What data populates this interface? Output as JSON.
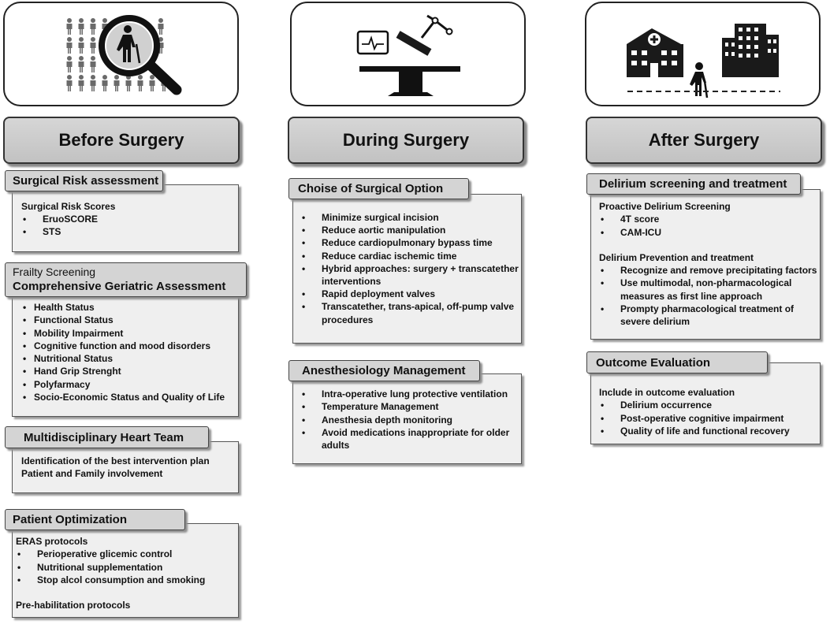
{
  "phases": {
    "before": "Before Surgery",
    "during": "During Surgery",
    "after": "After Surgery"
  },
  "icons": {
    "before": "magnifier-over-crowd-elderly-person-icon",
    "during": "operating-table-monitor-robotic-arm-icon",
    "after": "hospital-buildings-elderly-person-icon"
  },
  "colors": {
    "phase_fill": "#c8c8c8",
    "card_fill": "#efefef",
    "title_fill": "#d4d4d4",
    "outline": "#333333"
  },
  "before": {
    "risk": {
      "title": "Surgical Risk assessment",
      "heading": "Surgical Risk Scores",
      "items": [
        "EruoSCORE",
        "STS"
      ]
    },
    "frailty": {
      "title_sub": "Frailty Screening",
      "title_main": "Comprehensive Geriatric Assessment",
      "items": [
        "Health Status",
        "Functional Status",
        "Mobility Impairment",
        "Cognitive function and mood disorders",
        "Nutritional Status",
        "Hand Grip Strenght",
        "Polyfarmacy",
        "Socio-Economic Status and Quality of Life"
      ]
    },
    "heart_team": {
      "title": "Multidisciplinary Heart Team",
      "lines": [
        "Identification of the best intervention plan",
        "Patient and Family involvement"
      ]
    },
    "optimization": {
      "title": "Patient Optimization",
      "heading": "ERAS protocols",
      "items": [
        "Perioperative glicemic control",
        "Nutritional supplementation",
        "Stop alcol consumption and smoking"
      ],
      "footer": "Pre-habilitation protocols"
    }
  },
  "during": {
    "surgical_option": {
      "title": "Choise of Surgical Option",
      "items": [
        "Minimize surgical incision",
        "Reduce aortic manipulation",
        "Reduce cardiopulmonary bypass time",
        "Reduce cardiac ischemic time",
        "Hybrid approaches: surgery + transcatether interventions",
        "Rapid deployment valves",
        "Transcatether, trans-apical, off-pump valve procedures"
      ]
    },
    "anesthesiology": {
      "title": "Anesthesiology Management",
      "items": [
        "Intra-operative lung protective ventilation",
        "Temperature Management",
        "Anesthesia depth monitoring",
        "Avoid medications inappropriate for older adults"
      ]
    }
  },
  "after": {
    "delirium": {
      "title": "Delirium screening and treatment",
      "heading1": "Proactive Delirium Screening",
      "items1": [
        "4T score",
        "CAM-ICU"
      ],
      "heading2": "Delirium Prevention and treatment",
      "items2": [
        "Recognize and remove precipitating factors",
        "Use multimodal, non-pharmacological measures as first line approach",
        "Prompty pharmacological treatment of severe delirium"
      ]
    },
    "outcome": {
      "title": "Outcome Evaluation",
      "heading": "Include in outcome evaluation",
      "items": [
        "Delirium occurrence",
        "Post-operative cognitive impairment",
        "Quality of life and functional recovery"
      ]
    }
  }
}
